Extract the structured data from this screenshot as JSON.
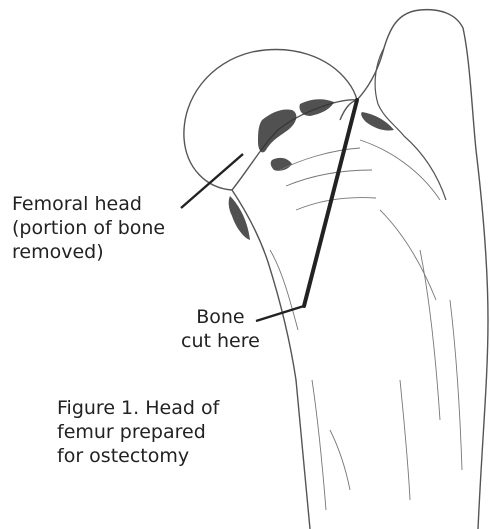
{
  "labels": {
    "femoral_head": [
      "Femoral head",
      "(portion of bone",
      "removed)"
    ],
    "bone_cut": [
      "Bone",
      "cut here"
    ]
  },
  "caption": [
    "Figure 1. Head of",
    "femur prepared",
    "for ostectomy"
  ],
  "colors": {
    "ink": "#222222",
    "sketch": "#555555",
    "shading": "#333333"
  }
}
